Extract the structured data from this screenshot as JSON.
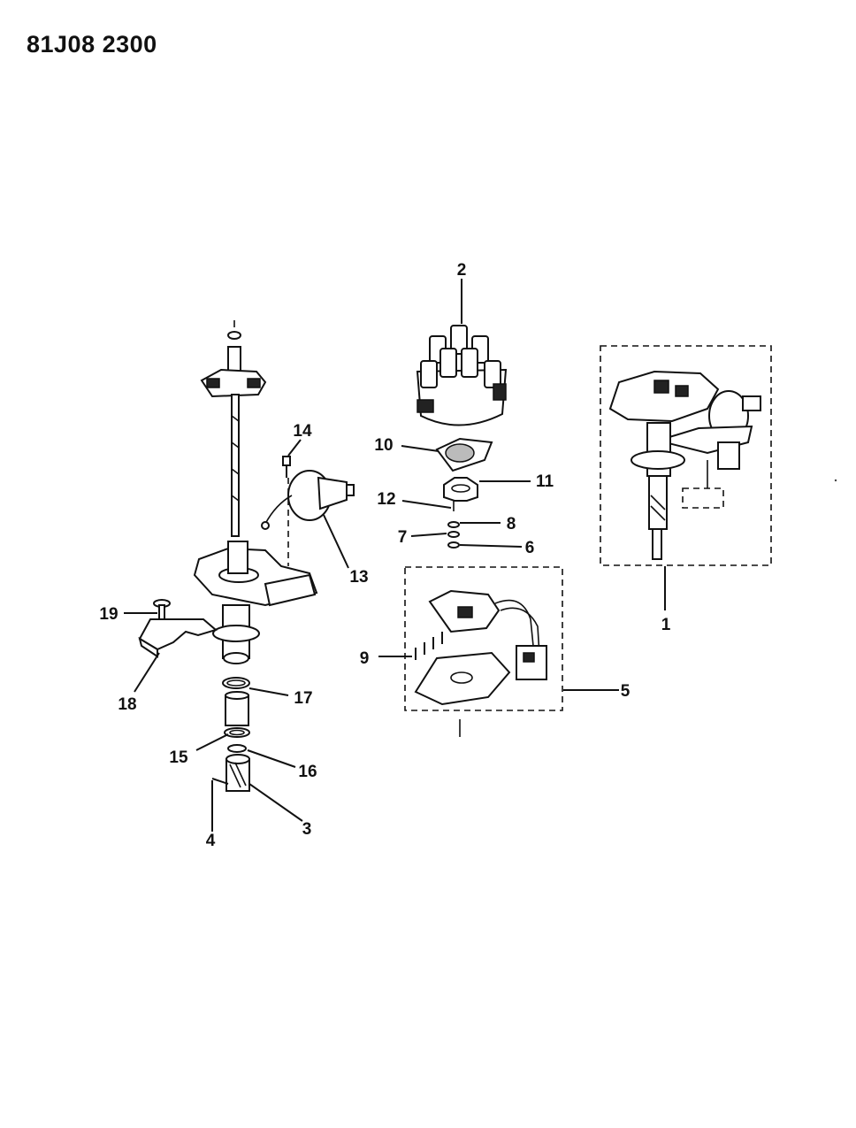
{
  "document": {
    "id": "81J08 2300"
  },
  "callouts": [
    {
      "num": "1"
    },
    {
      "num": "2"
    },
    {
      "num": "3"
    },
    {
      "num": "4"
    },
    {
      "num": "5"
    },
    {
      "num": "6"
    },
    {
      "num": "7"
    },
    {
      "num": "8"
    },
    {
      "num": "9"
    },
    {
      "num": "10"
    },
    {
      "num": "11"
    },
    {
      "num": "12"
    },
    {
      "num": "13"
    },
    {
      "num": "14"
    },
    {
      "num": "15"
    },
    {
      "num": "16"
    },
    {
      "num": "17"
    },
    {
      "num": "18"
    },
    {
      "num": "19"
    }
  ],
  "colors": {
    "ink": "#111111",
    "paper": "#ffffff"
  },
  "icons": [
    "distributor-assembly-icon",
    "distributor-cap-icon",
    "drive-gear-icon",
    "pin-icon",
    "pickup-coil-icon",
    "washer-icon",
    "rotor-icon",
    "reluctor-icon",
    "vacuum-advance-icon",
    "screw-icon",
    "clamp-icon",
    "bolt-icon",
    "shaft-icon",
    "housing-icon",
    "seal-icon",
    "spacer-icon"
  ]
}
